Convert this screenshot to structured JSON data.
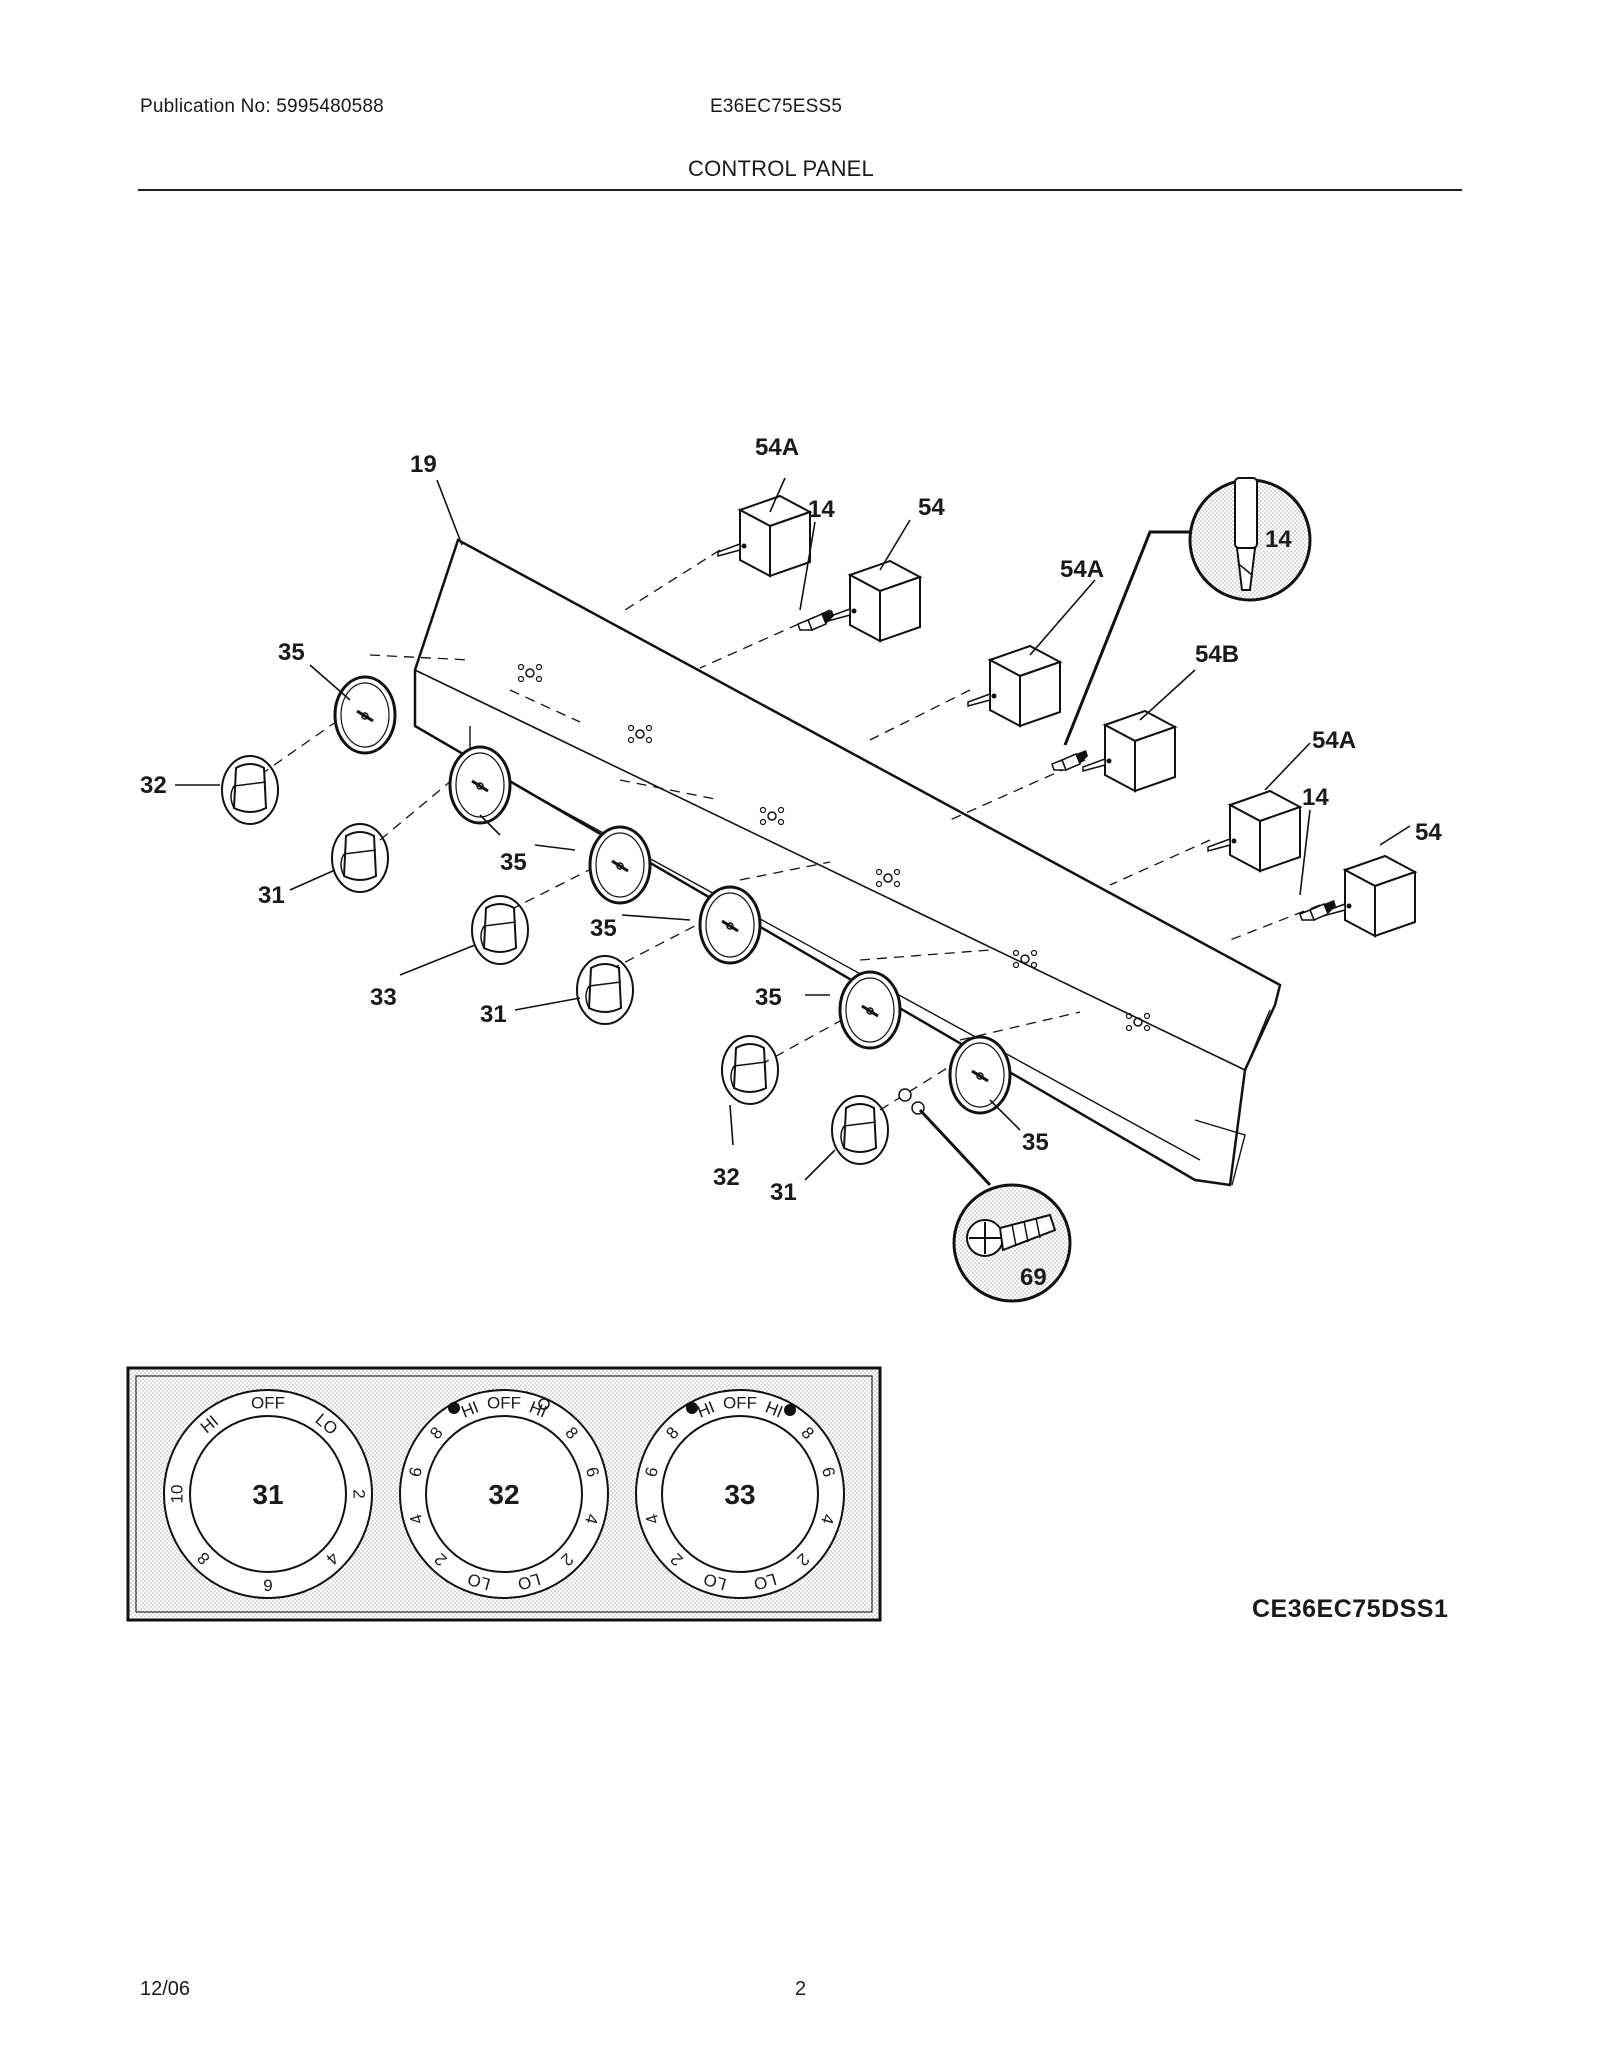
{
  "header": {
    "publication": "Publication No: 5995480588",
    "model": "E36EC75ESS5",
    "section_title": "CONTROL PANEL"
  },
  "callouts": {
    "panel": "19",
    "switch_a": "54A",
    "switch": "54",
    "switch_b": "54B",
    "lamp": "14",
    "bezel": "35",
    "knob_31": "31",
    "knob_32": "32",
    "knob_33": "33",
    "screw": "69"
  },
  "dials": [
    {
      "number": "31",
      "marks": [
        "OFF",
        "LO",
        "2",
        "4",
        "6",
        "8",
        "10",
        "HI"
      ]
    },
    {
      "number": "32",
      "marks": [
        "OFF",
        "HI",
        "8",
        "6",
        "4",
        "2",
        "LO",
        "LO",
        "2",
        "4",
        "6",
        "8",
        "HI"
      ]
    },
    {
      "number": "33",
      "marks": [
        "OFF",
        "HI",
        "8",
        "6",
        "4",
        "2",
        "LO",
        "LO",
        "2",
        "4",
        "6",
        "8",
        "HI"
      ]
    }
  ],
  "reference_code": "CE36EC75DSS1",
  "footer": {
    "date": "12/06",
    "page": "2"
  }
}
